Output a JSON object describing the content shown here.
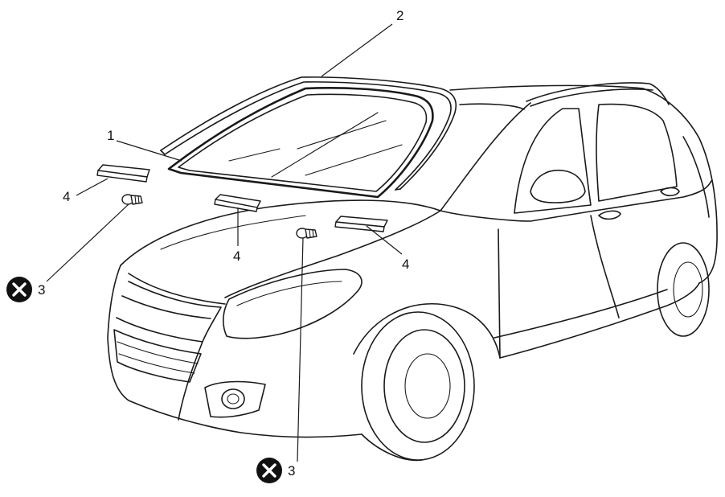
{
  "diagram": {
    "callouts": {
      "windshield": "1",
      "molding": "2",
      "clip_left": "3",
      "clip_center": "3",
      "spacer_left": "4",
      "spacer_center": "4",
      "spacer_right": "4"
    },
    "marks": {
      "do_not_reuse_icon": "circled-x-icon"
    },
    "colors": {
      "line": "#1a1a1a",
      "icon_fill": "#111111",
      "background": "#ffffff"
    }
  }
}
